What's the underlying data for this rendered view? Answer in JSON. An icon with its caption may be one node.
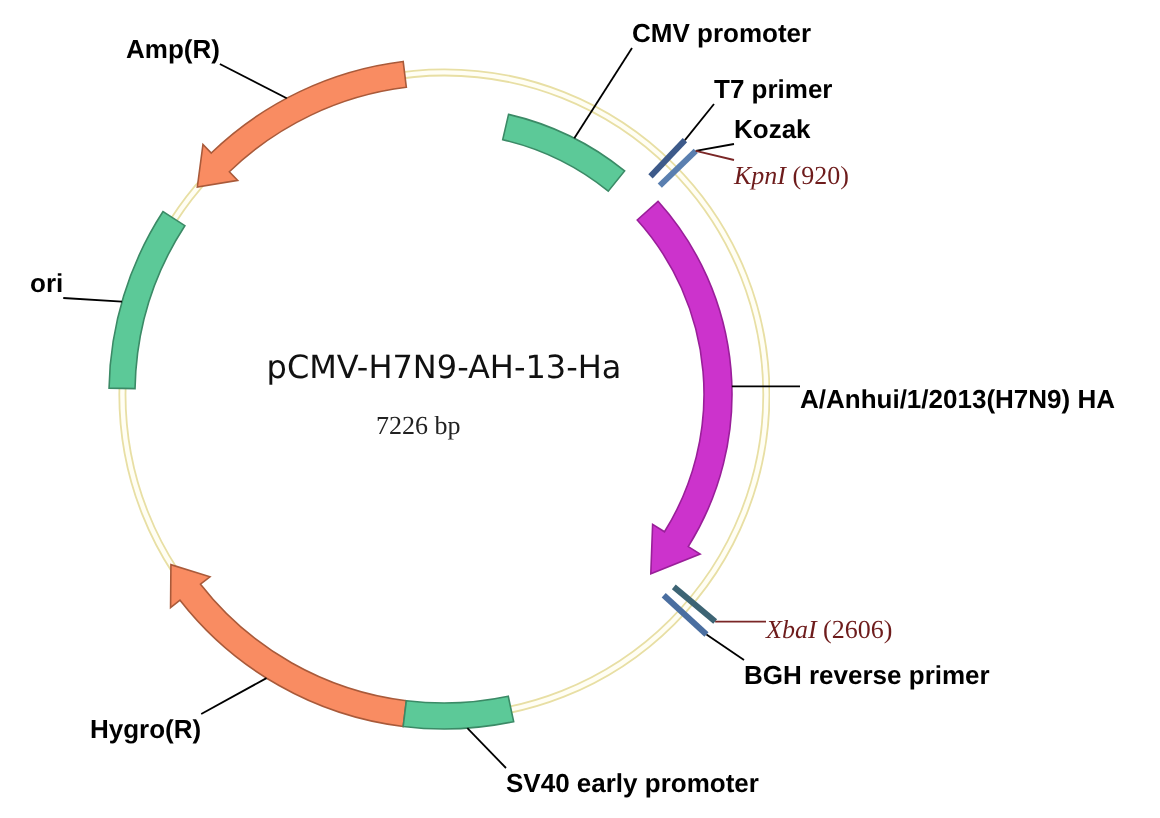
{
  "diagram": {
    "title": "pCMV-H7N9-AH-13-Ha",
    "nodes": [
      {
        "text": [
          "Amp(R)"
        ]
      },
      {
        "text": [],
        "shape": "arrow"
      },
      {
        "text": [
          "CMV promoter"
        ]
      },
      {
        "text": [],
        "shape": "bar"
      },
      {
        "text": [
          "T7 primer"
        ]
      },
      {
        "text": [],
        "shape": "line"
      },
      {
        "text": [
          "Kozak"
        ]
      },
      {
        "text": [],
        "shape": "line"
      },
      {
        "text": [
          "*KpnI* (920)"
        ]
      },
      {
        "text": [
          "ori"
        ]
      },
      {
        "text": [],
        "shape": "bar"
      },
      {
        "text": [
          "A/Anhui/1/2013(H7N9) HA"
        ]
      },
      {
        "text": [],
        "shape": "arrow"
      },
      {
        "text": [
          "*XbaI* (2606)"
        ]
      },
      {
        "text": [],
        "shape": "line"
      },
      {
        "text": [
          "BGH reverse primer"
        ]
      },
      {
        "text": [],
        "shape": "line"
      },
      {
        "text": [
          "Hygro(R)"
        ]
      },
      {
        "text": [],
        "shape": "arrow"
      },
      {
        "text": [
          "SV40 early promoter"
        ]
      },
      {
        "text": [],
        "shape": "bar"
      }
    ],
    "edges": [
      {
        "from": 0,
        "to": 1,
        "arrow": "none"
      },
      {
        "from": 2,
        "to": 3,
        "arrow": "none"
      },
      {
        "from": 4,
        "to": 5,
        "arrow": "none"
      },
      {
        "from": 6,
        "to": 7,
        "arrow": "none"
      },
      {
        "from": 8,
        "to": 7,
        "arrow": "none",
        "color": "#7a2626"
      },
      {
        "from": 9,
        "to": 10,
        "arrow": "none"
      },
      {
        "from": 11,
        "to": 12,
        "arrow": "none"
      },
      {
        "from": 13,
        "to": 14,
        "arrow": "none",
        "color": "#7a2626"
      },
      {
        "from": 15,
        "to": 16,
        "arrow": "none"
      },
      {
        "from": 17,
        "to": 18,
        "arrow": "none"
      },
      {
        "from": 19,
        "to": 20,
        "arrow": "none"
      }
    ],
    "labels": [
      "7226 bp"
    ]
  }
}
